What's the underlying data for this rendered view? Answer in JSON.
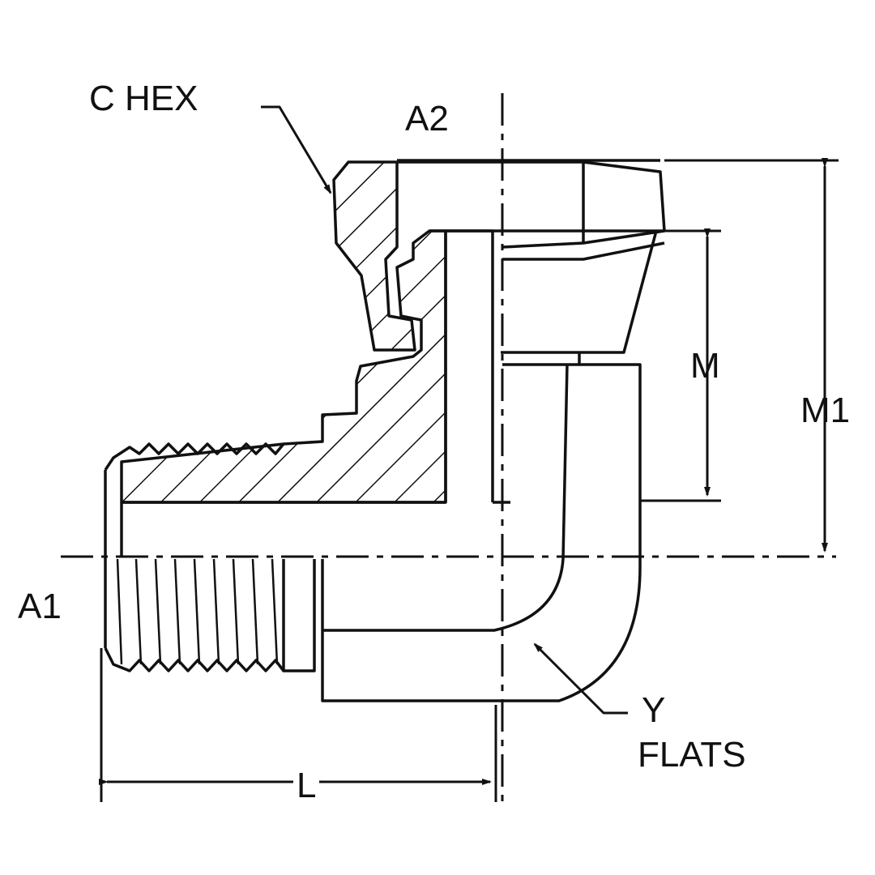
{
  "labels": {
    "c_hex": "C HEX",
    "a2": "A2",
    "a1": "A1",
    "m": "M",
    "m1": "M1",
    "l": "L",
    "y": "Y",
    "flats": "FLATS"
  },
  "colors": {
    "ink": "#111111",
    "background": "#ffffff"
  }
}
